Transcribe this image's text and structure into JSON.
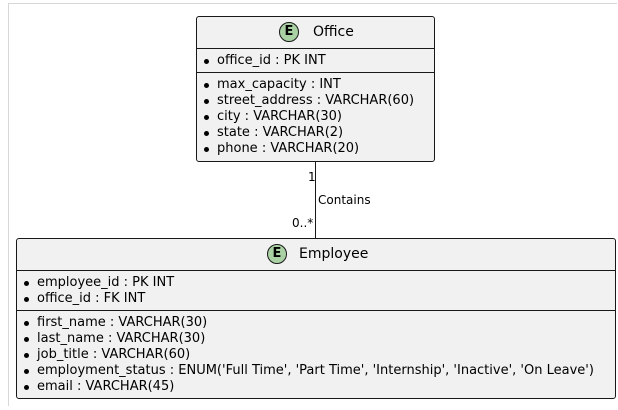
{
  "entities": {
    "office": {
      "icon": "entity-icon",
      "badge": "E",
      "name": "Office",
      "keys": [
        "office_id : PK INT"
      ],
      "fields": [
        "max_capacity : INT",
        "street_address : VARCHAR(60)",
        "city : VARCHAR(30)",
        "state : VARCHAR(2)",
        "phone : VARCHAR(20)"
      ]
    },
    "employee": {
      "icon": "entity-icon",
      "badge": "E",
      "name": "Employee",
      "keys": [
        "employee_id : PK INT",
        "office_id : FK INT"
      ],
      "fields": [
        "first_name : VARCHAR(30)",
        "last_name : VARCHAR(30)",
        "job_title : VARCHAR(60)",
        "employment_status : ENUM('Full Time', 'Part Time', 'Internship', 'Inactive', 'On Leave')",
        "email : VARCHAR(45)"
      ]
    }
  },
  "relationship": {
    "label": "Contains",
    "from_multiplicity": "1",
    "to_multiplicity": "0..*"
  },
  "colors": {
    "entity_fill": "#f1f1f1",
    "badge_fill": "#a9d1a4",
    "line": "#181818"
  }
}
